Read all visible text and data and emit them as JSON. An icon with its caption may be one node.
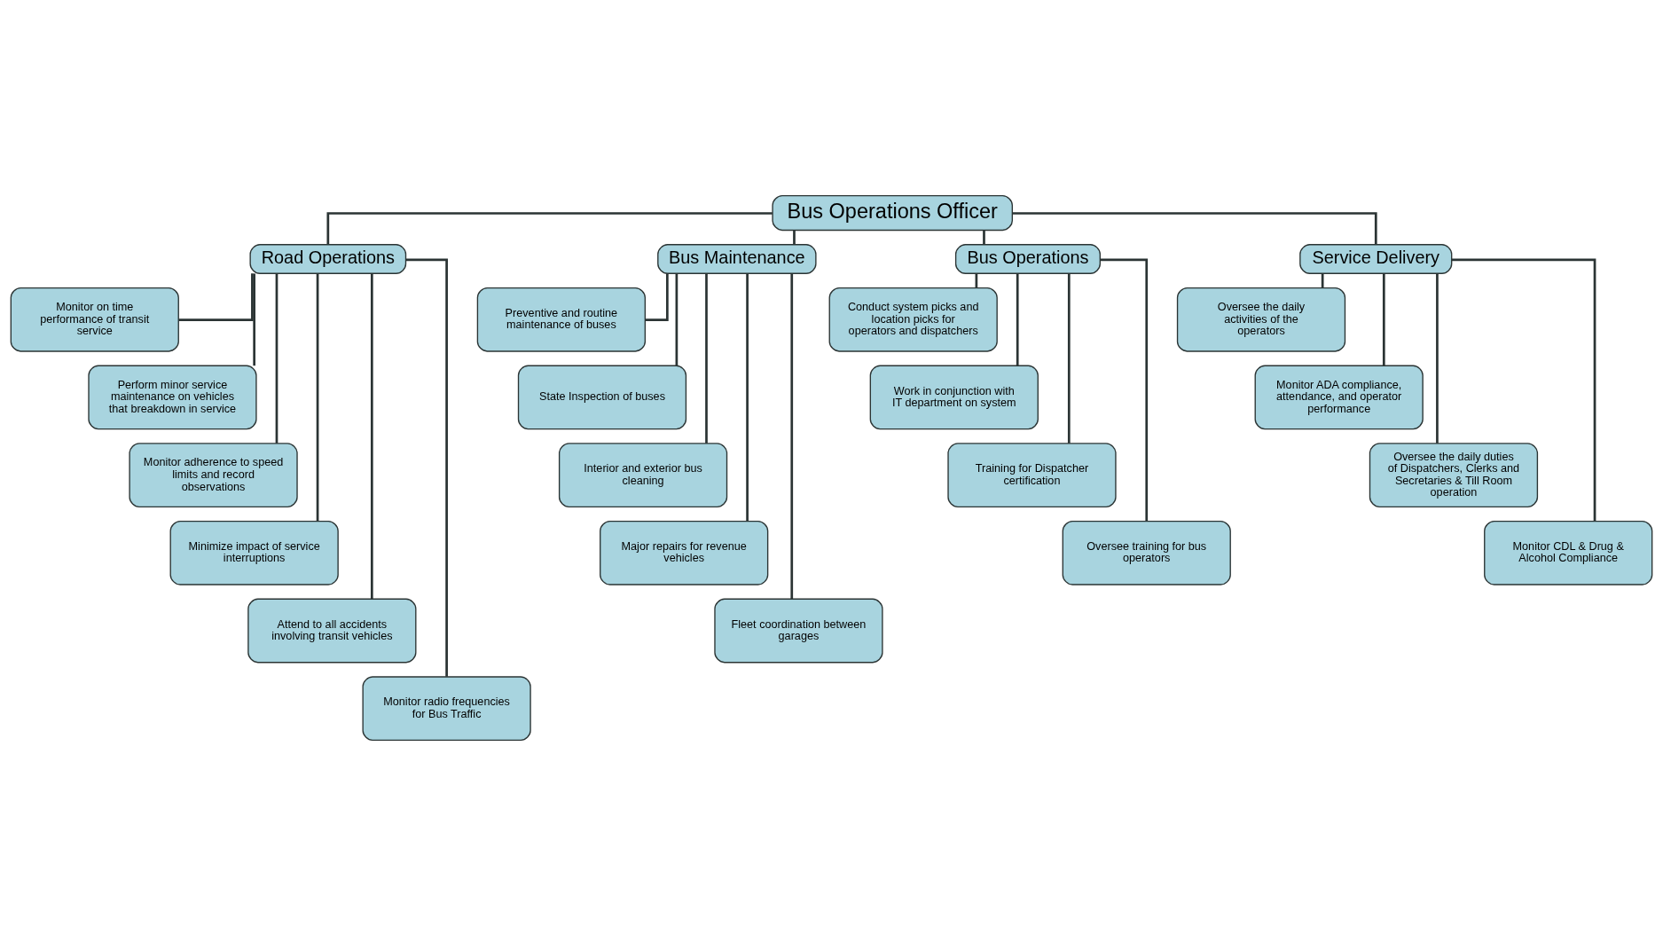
{
  "diagram": {
    "nodes": [
      {
        "text": [
          "Bus Operations Officer"
        ]
      },
      {
        "text": [
          "Road Operations"
        ]
      },
      {
        "text": [
          "Bus Maintenance"
        ]
      },
      {
        "text": [
          "Bus Operations"
        ]
      },
      {
        "text": [
          "Service Delivery"
        ]
      },
      {
        "text": [
          "Monitor on time performance of transit service"
        ]
      },
      {
        "text": [
          "Perform minor service maintenance on vehicles that breakdown in service"
        ]
      },
      {
        "text": [
          "Monitor adherence to speed limits and record observations"
        ]
      },
      {
        "text": [
          "Minimize impact of service interruptions"
        ]
      },
      {
        "text": [
          "Attend to all accidents involving transit vehicles"
        ]
      },
      {
        "text": [
          "Monitor radio frequencies for Bus Traffic"
        ]
      },
      {
        "text": [
          "Preventive and routine maintenance of buses"
        ]
      },
      {
        "text": [
          "State Inspection of buses"
        ]
      },
      {
        "text": [
          "Interior and exterior bus cleaning"
        ]
      },
      {
        "text": [
          "Major repairs for revenue vehicles"
        ]
      },
      {
        "text": [
          "Fleet coordination between garages"
        ]
      },
      {
        "text": [
          "Conduct system picks and location picks for operators and dispatchers"
        ]
      },
      {
        "text": [
          "Work in conjunction with IT department on system"
        ]
      },
      {
        "text": [
          "Training for Dispatcher certification"
        ]
      },
      {
        "text": [
          "Oversee training for bus operators"
        ]
      },
      {
        "text": [
          "Oversee the daily activities of the operators"
        ]
      },
      {
        "text": [
          "Monitor ADA compliance, attendance, and operator performance"
        ]
      },
      {
        "text": [
          "Oversee the daily duties of Dispatchers, Clerks and Secretaries & Till Room operation"
        ]
      },
      {
        "text": [
          "Monitor CDL & Drug & Alcohol Compliance"
        ]
      }
    ],
    "edges": [
      {
        "from": 0,
        "to": 1,
        "arrow": "none"
      },
      {
        "from": 0,
        "to": 2,
        "arrow": "none"
      },
      {
        "from": 0,
        "to": 3,
        "arrow": "none"
      },
      {
        "from": 0,
        "to": 4,
        "arrow": "none"
      },
      {
        "from": 1,
        "to": 5,
        "arrow": "none"
      },
      {
        "from": 1,
        "to": 6,
        "arrow": "none"
      },
      {
        "from": 1,
        "to": 7,
        "arrow": "none"
      },
      {
        "from": 1,
        "to": 8,
        "arrow": "none"
      },
      {
        "from": 1,
        "to": 9,
        "arrow": "none"
      },
      {
        "from": 1,
        "to": 10,
        "arrow": "none"
      },
      {
        "from": 2,
        "to": 11,
        "arrow": "none"
      },
      {
        "from": 2,
        "to": 12,
        "arrow": "none"
      },
      {
        "from": 2,
        "to": 13,
        "arrow": "none"
      },
      {
        "from": 2,
        "to": 14,
        "arrow": "none"
      },
      {
        "from": 2,
        "to": 15,
        "arrow": "none"
      },
      {
        "from": 3,
        "to": 16,
        "arrow": "none"
      },
      {
        "from": 3,
        "to": 17,
        "arrow": "none"
      },
      {
        "from": 3,
        "to": 18,
        "arrow": "none"
      },
      {
        "from": 3,
        "to": 19,
        "arrow": "none"
      },
      {
        "from": 4,
        "to": 20,
        "arrow": "none"
      },
      {
        "from": 4,
        "to": 21,
        "arrow": "none"
      },
      {
        "from": 4,
        "to": 22,
        "arrow": "none"
      },
      {
        "from": 4,
        "to": 23,
        "arrow": "none"
      }
    ]
  }
}
